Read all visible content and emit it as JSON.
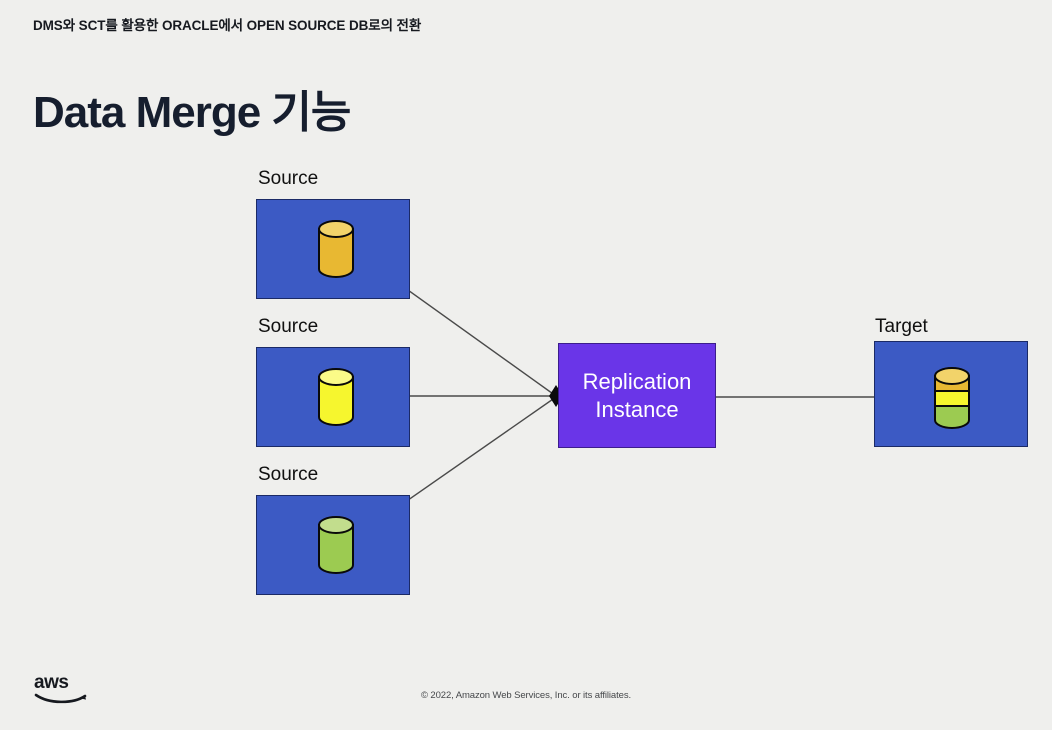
{
  "slide": {
    "eyebrow": "DMS와 SCT를 활용한 ORACLE에서 OPEN SOURCE DB로의 전환",
    "title": "Data Merge 기능",
    "background_color": "#efefed",
    "title_color": "#161e2e"
  },
  "diagram": {
    "type": "flow",
    "source_label_1": "Source",
    "source_label_2": "Source",
    "source_label_3": "Source",
    "target_label": "Target",
    "replication": {
      "line1": "Replication",
      "line2": "Instance",
      "fill_color": "#6a35e8",
      "text_color": "#ffffff"
    },
    "env_box_color": "#3c5ac4",
    "env_box_border": "#1b2a66",
    "connector_color": "#4a4a4a",
    "sources": [
      {
        "label": "Source",
        "db_color": "#e8b832",
        "db_top_color": "#f2d36a"
      },
      {
        "label": "Source",
        "db_color": "#f6f62e",
        "db_top_color": "#fbfb88"
      },
      {
        "label": "Source",
        "db_color": "#9ccb51",
        "db_top_color": "#c2dd8d"
      }
    ],
    "target": {
      "label": "Target",
      "merged_bands": [
        {
          "color": "#e8b832",
          "top_color": "#f2d36a"
        },
        {
          "color": "#f6f62e",
          "top_color": "#fbfb88"
        },
        {
          "color": "#9ccb51",
          "top_color": "#c2dd8d"
        }
      ]
    }
  },
  "footer": {
    "logo": "aws-logo",
    "copyright": "© 2022, Amazon Web Services, Inc. or its affiliates."
  }
}
